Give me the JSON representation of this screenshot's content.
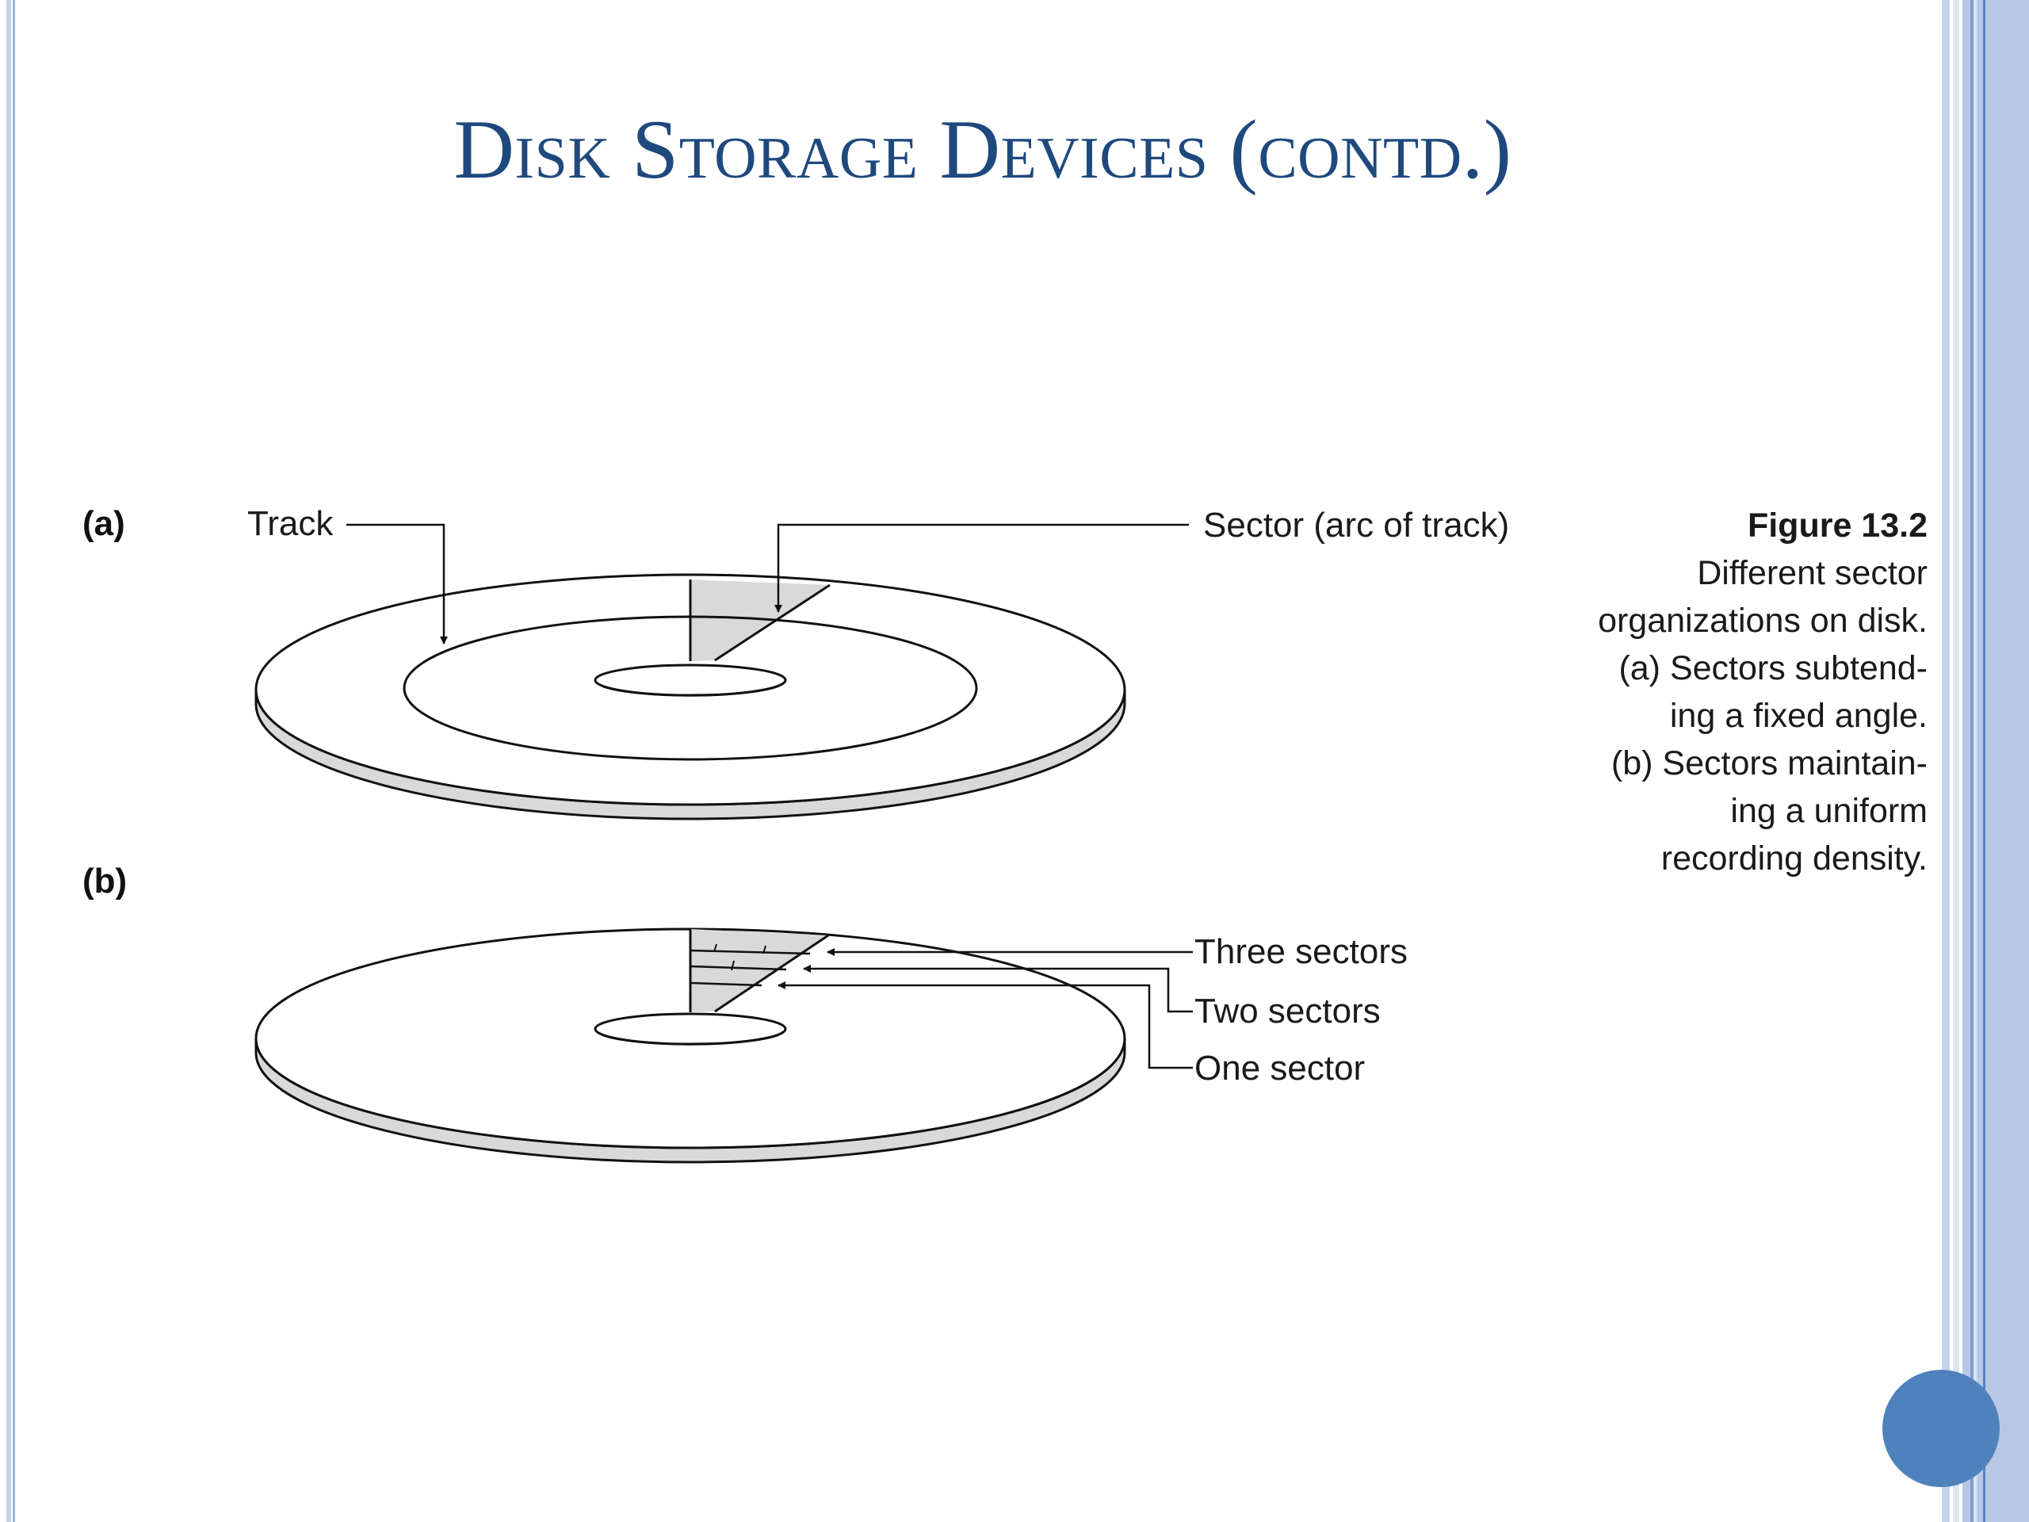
{
  "slide": {
    "title": "Disk Storage Devices (contd.)"
  },
  "figure": {
    "panel_a_label": "(a)",
    "panel_b_label": "(b)",
    "track_label": "Track",
    "sector_label": "Sector (arc of track)",
    "three_sectors_label": "Three sectors",
    "two_sectors_label": "Two sectors",
    "one_sector_label": "One sector"
  },
  "caption": {
    "figure_number": "Figure 13.2",
    "lines": [
      "Different sector",
      "organizations on disk.",
      "(a) Sectors subtend-",
      "ing a fixed angle.",
      "(b) Sectors maintain-",
      "ing a uniform",
      "recording density."
    ]
  },
  "colors": {
    "title": "#1f497d",
    "accent_dot": "#4f81bd",
    "rail": "#b8c8e4",
    "rail_dark": "#5b7fc0",
    "disk_shade": "#d9d9d9"
  }
}
